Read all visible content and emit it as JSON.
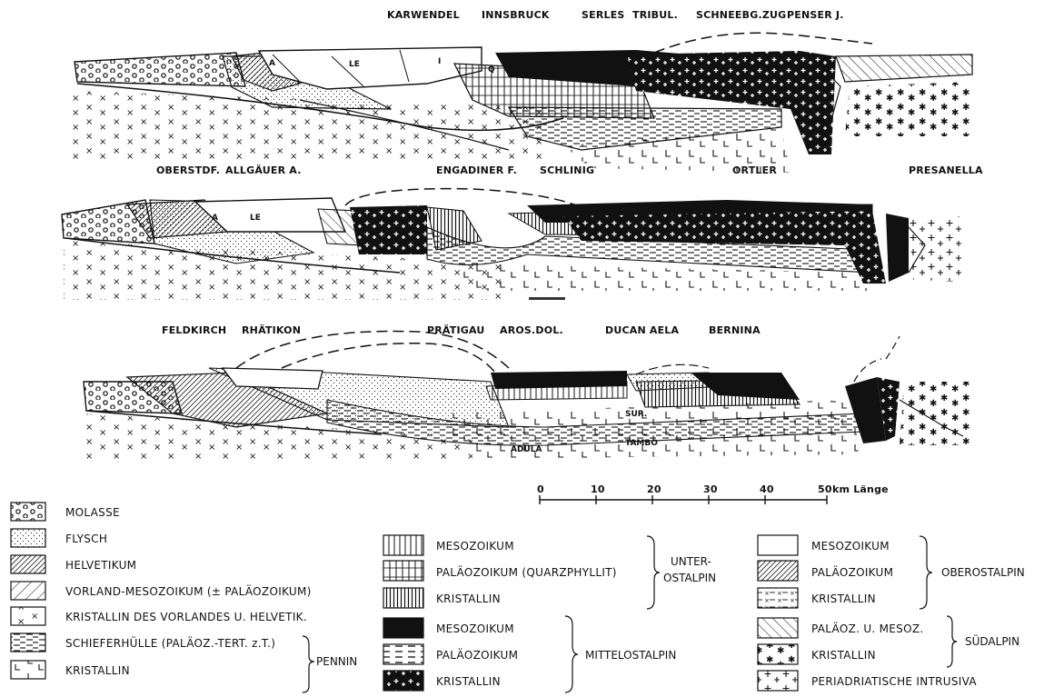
{
  "profile1": {
    "labels": [
      "KARWENDEL",
      "INNSBRUCK",
      "SERLES",
      "TRIBUL.",
      "SCHNEEBG.ZUG",
      "PENSER J."
    ],
    "marks": [
      "A",
      "LE",
      "I",
      "Q"
    ]
  },
  "profile2": {
    "labels": [
      "OBERSTDF.",
      "ALLGÄUER A.",
      "ENGADINER F.",
      "SCHLINIG",
      "ORTLER",
      "PRESANELLA"
    ],
    "marks": [
      "A",
      "LE"
    ]
  },
  "profile3": {
    "labels": [
      "FELDKIRCH",
      "RHÄTIKON",
      "PRÄTIGAU",
      "AROS.DOL.",
      "DUCAN AELA",
      "BERNINA"
    ],
    "marks": [
      "SUR.",
      "TAMBO",
      "ADULA"
    ]
  },
  "scale": {
    "ticks": [
      "0",
      "10",
      "20",
      "30",
      "40",
      "50"
    ],
    "unit": "km Länge"
  },
  "legend": {
    "col1": [
      "MOLASSE",
      "FLYSCH",
      "HELVETIKUM",
      "VORLAND-MESOZOIKUM (± PALÄOZOIKUM)",
      "KRISTALLIN DES VORLANDES U. HELVETIK.",
      "SCHIEFERHÜLLE (PALÄOZ.-TERT. z.T.)",
      "KRISTALLIN"
    ],
    "col1_group": "PENNIN",
    "col2a": [
      "MESOZOIKUM",
      "PALÄOZOIKUM (QUARZPHYLLIT)",
      "KRISTALLIN"
    ],
    "col2a_group": "UNTER-\nOSTALPIN",
    "col2b": [
      "MESOZOIKUM",
      "PALÄOZOIKUM",
      "KRISTALLIN"
    ],
    "col2b_group": "MITTELOSTALPIN",
    "col3a": [
      "MESOZOIKUM",
      "PALÄOZOIKUM",
      "KRISTALLIN"
    ],
    "col3a_group": "OBEROSTALPIN",
    "col3b": [
      "PALÄOZ. U. MESOZ.",
      "KRISTALLIN"
    ],
    "col3b_group": "SÜDALPIN",
    "col3c": [
      "PERIADRIATISCHE INTRUSIVA"
    ]
  }
}
